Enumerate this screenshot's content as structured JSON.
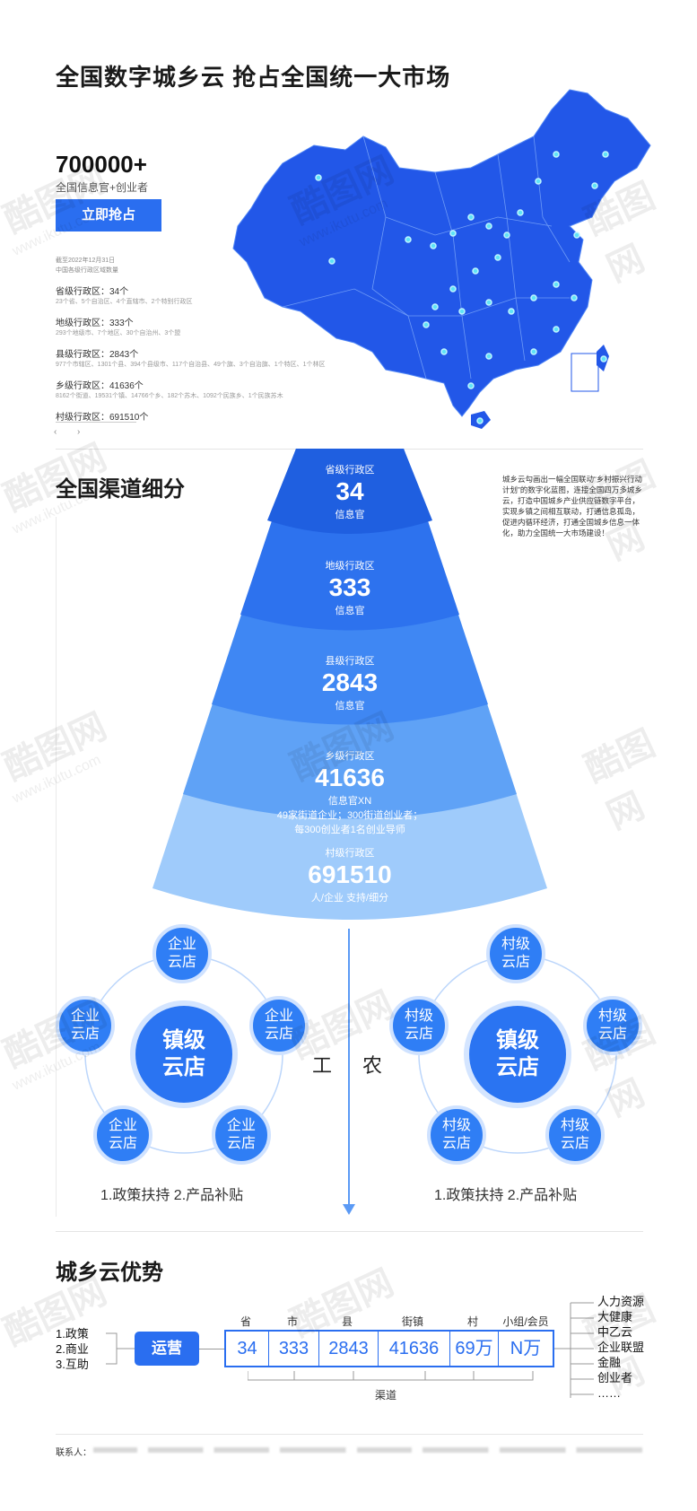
{
  "header": {
    "title": "全国数字城乡云  抢占全国统一大市场",
    "big_number": "700000+",
    "big_number_label": "全国信息官+创业者",
    "cta_label": "立即抢占",
    "date_note": "截至2022年12月31日",
    "source_note": "中国各级行政区域数量"
  },
  "stats": [
    {
      "label": "省级行政区：34个",
      "sub": "23个省、5个自治区、4个直辖市、2个特别行政区"
    },
    {
      "label": "地级行政区：333个",
      "sub": "293个地级市、7个地区、30个自治州、3个盟"
    },
    {
      "label": "县级行政区：2843个",
      "sub": "977个市辖区、1301个县、394个县级市、117个自治县、49个旗、3个自治旗、1个特区、1个林区"
    },
    {
      "label": "乡级行政区：41636个",
      "sub": "8162个街道、19531个镇、14766个乡、182个苏木、1092个民族乡、1个民族苏木"
    },
    {
      "label": "村级行政区：691510个",
      "sub": ""
    }
  ],
  "channel": {
    "title": "全国渠道细分",
    "description": "城乡云勾画出一幅全国联动“乡村振兴行动计划”的数字化蓝图，连接全国四万多城乡云，打造中国城乡产业供应链数字平台，实现乡镇之间相互联动，打通信息孤岛，促进内循环经济，打通全国城乡信息一体化，助力全国统一大市场建设！",
    "funnel": [
      {
        "level": "省级行政区",
        "value": "34",
        "note": "信息官",
        "note2": "",
        "note3": "",
        "color": "#1f5fe0"
      },
      {
        "level": "地级行政区",
        "value": "333",
        "note": "信息官",
        "note2": "",
        "note3": "",
        "color": "#2d72ee"
      },
      {
        "level": "县级行政区",
        "value": "2843",
        "note": "信息官",
        "note2": "",
        "note3": "",
        "color": "#3f87f3"
      },
      {
        "level": "乡级行政区",
        "value": "41636",
        "note": "信息官XN",
        "note2": "49家街道企业；300街道创业者；",
        "note3": "每300创业者1名创业导师",
        "color": "#5fa2f6"
      },
      {
        "level": "村级行政区",
        "value": "691510",
        "note": "人/企业  支持/细分",
        "note2": "",
        "note3": "",
        "color": "#9fcbfb"
      }
    ]
  },
  "clusters": {
    "left_center": "镇级云店",
    "left_nodes": [
      "企业云店",
      "企业云店",
      "企业云店",
      "企业云店",
      "企业云店"
    ],
    "left_support": "1.政策扶持    2.产品补贴",
    "right_center": "镇级云店",
    "right_nodes": [
      "村级云店",
      "村级云店",
      "村级云店",
      "村级云店",
      "村级云店"
    ],
    "right_support": "1.政策扶持    2.产品补贴",
    "left_label": "工",
    "right_label": "农"
  },
  "advantage": {
    "title": "城乡云优势",
    "left_list": [
      "1.政策",
      "2.商业",
      "3.互助"
    ],
    "ops_label": "运营",
    "headers": [
      "省",
      "市",
      "县",
      "街镇",
      "村",
      "小组/会员"
    ],
    "values": [
      "34",
      "333",
      "2843",
      "41636",
      "69万",
      "N万"
    ],
    "channel_label": "渠道",
    "right_list": [
      "人力资源",
      "大健康",
      "中乙云",
      "企业联盟",
      "金融",
      "创业者",
      "……"
    ]
  },
  "footer": {
    "contact_label": "联系人："
  },
  "map": {
    "color": "#2257e8",
    "dot_color": "#5fe3f7"
  },
  "watermark": {
    "brand": "酷图网",
    "url": "www.ikutu.com"
  }
}
